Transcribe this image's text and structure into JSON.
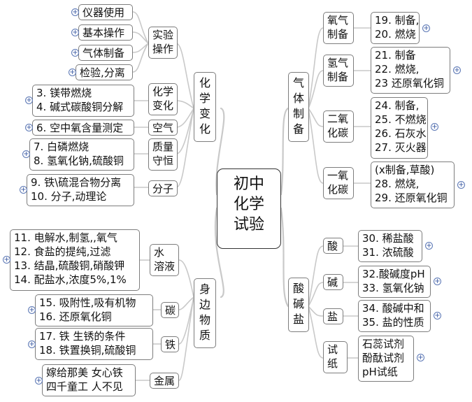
{
  "center": "初中\n化学\n试验",
  "branches": {
    "chem_change": "化\n学\n变\n化",
    "gas_prep": "气\n体\n制\n备",
    "daily_life": "身\n边\n物\n质",
    "acid_base_salt": "酸\n碱\n盐"
  },
  "sub": {
    "lab_ops": "实验\n操作",
    "chem_change": "化学\n变化",
    "air": "空气",
    "mass": "质量\n守恒",
    "molecule": "分子",
    "oxygen": "氧气\n制备",
    "hydrogen": "氢气\n制备",
    "co2": "二氧\n化碳",
    "co": "一氧\n化碳",
    "water": "水\n溶液",
    "carbon": "碳",
    "iron": "铁",
    "metal": "金属",
    "acid": "酸",
    "base": "碱",
    "salt": "盐",
    "indicator": "试\n纸"
  },
  "leaves": {
    "instruments": "仪器使用",
    "basic_ops": "基本操作",
    "gas_prep_op": "气体制备",
    "test_sep": "检验,分离",
    "change": "3. 镁带燃烧\n4. 碱式碳酸铜分解",
    "air": "6. 空中氧含量测定",
    "mass": "7. 白磷燃烧\n8. 氢氧化钠,硫酸铜",
    "molecule": "9. 铁\\硫混合物分离\n10. 分子,动理论",
    "oxygen": "19. 制备,\n20. 燃烧",
    "hydrogen": "21. 制备\n22. 燃烧,\n23 还原氧化铜",
    "co2": "24. 制备,\n25. 不燃烧\n26. 石灰水\n27. 灭火器",
    "co": "(x制备,草酸)\n28. 燃烧,\n29. 还原氧化铜",
    "water": "11. 电解水,制氢,,氧气\n12. 食盐的提纯,过滤\n13. 结晶,硫酸铜,硝酸钾\n14. 配盐水,浓度5%,1%",
    "carbon": "15. 吸附性,吸有机物\n16. 还原氧化铜",
    "iron": "17. 铁 生锈的条件\n18. 铁置换铜,硫酸铜",
    "metal": "嫁给那美 女心铁\n四千童工 人不见",
    "acid": "30. 稀盐酸\n31. 浓硫酸",
    "base": "32.酸碱度pH\n33. 氢氧化钠",
    "salt": "34. 酸碱中和\n35. 盐的性质",
    "indicator": "石蕊试剂\n酚酞试剂\npH试纸"
  },
  "expand_symbol": "+",
  "colors": {
    "line": "#c9c9c9",
    "border": "#7d7d7d",
    "plus": "#3b5aa3"
  }
}
